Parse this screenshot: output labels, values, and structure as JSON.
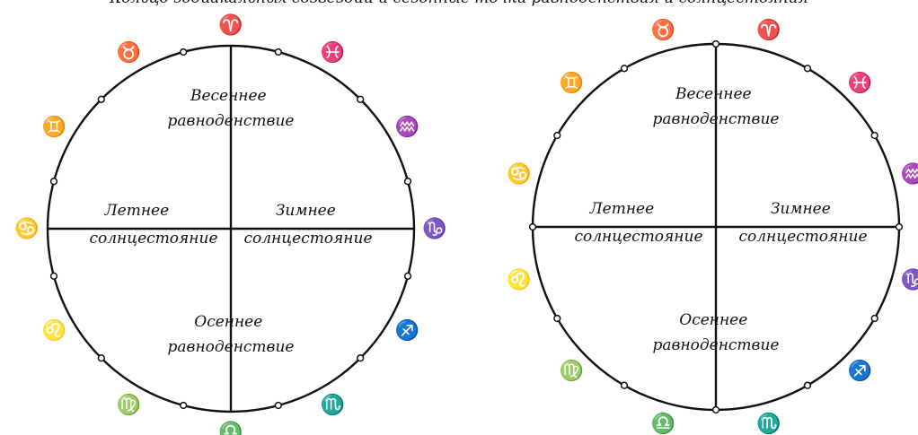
{
  "colors": {
    "stroke": "#111111",
    "background": "#ffffff",
    "marker_fill": "#ffffff"
  },
  "top_cutoff_text": "Кольцо зодиакальных созвездий и сезонные точки равноденствия и солнцестояния",
  "diagrams": [
    {
      "labels": {
        "top": [
          "Весеннее",
          "равноденствие"
        ],
        "left": [
          "Летнее",
          "солнцестояние"
        ],
        "right": [
          "Зимнее",
          "солнцестояние"
        ],
        "bottom": [
          "Осеннее",
          "равноденствие"
        ]
      },
      "zodiac_signs": [
        {
          "name": "aries",
          "glyph": "♈"
        },
        {
          "name": "pisces",
          "glyph": "♓"
        },
        {
          "name": "aquarius",
          "glyph": "♒"
        },
        {
          "name": "capricorn",
          "glyph": "♑"
        },
        {
          "name": "sagittarius",
          "glyph": "♐"
        },
        {
          "name": "scorpio",
          "glyph": "♏"
        },
        {
          "name": "libra",
          "glyph": "♎"
        },
        {
          "name": "virgo",
          "glyph": "♍"
        },
        {
          "name": "leo",
          "glyph": "♌"
        },
        {
          "name": "cancer",
          "glyph": "♋"
        },
        {
          "name": "gemini",
          "glyph": "♊"
        },
        {
          "name": "taurus",
          "glyph": "♉"
        }
      ]
    },
    {
      "labels": {
        "top": [
          "Весеннее",
          "равноденствие"
        ],
        "left": [
          "Летнее",
          "солнцестояние"
        ],
        "right": [
          "Зимнее",
          "солнцестояние"
        ],
        "bottom": [
          "Осеннее",
          "равноденствие"
        ]
      },
      "zodiac_signs": [
        {
          "name": "aries",
          "glyph": "♈"
        },
        {
          "name": "pisces",
          "glyph": "♓"
        },
        {
          "name": "aquarius",
          "glyph": "♒"
        },
        {
          "name": "capricorn",
          "glyph": "♑"
        },
        {
          "name": "sagittarius",
          "glyph": "♐"
        },
        {
          "name": "scorpio",
          "glyph": "♏"
        },
        {
          "name": "libra",
          "glyph": "♎"
        },
        {
          "name": "virgo",
          "glyph": "♍"
        },
        {
          "name": "leo",
          "glyph": "♌"
        },
        {
          "name": "cancer",
          "glyph": "♋"
        },
        {
          "name": "gemini",
          "glyph": "♊"
        },
        {
          "name": "taurus",
          "glyph": "♉"
        }
      ]
    }
  ]
}
